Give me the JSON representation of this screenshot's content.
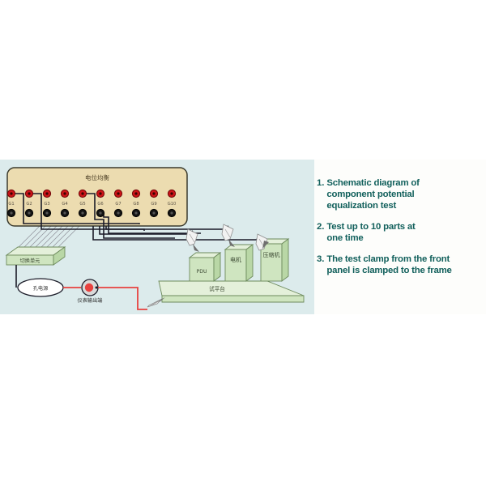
{
  "colors": {
    "diagram_background": "#dcebec",
    "notes_background": "#fdfdfb",
    "panel_face": "#ecdcb0",
    "panel_border": "#3b3b2e",
    "panel_title_color": "#4a3d23",
    "terminal_red": "#cc1418",
    "terminal_black": "#111111",
    "wire_black": "#1b1b28",
    "wire_red": "#e8413f",
    "box_green_face": "#cfe5c0",
    "box_green_top": "#e4f0da",
    "box_green_side": "#b9d7a6",
    "platform_green": "#cfe5c0",
    "clamp_gray": "#f2f2f2",
    "note_text_color": "#12605c",
    "hatch_color": "#8f9098"
  },
  "diagram": {
    "panel": {
      "title": "电位均衡",
      "terminals": [
        {
          "label": "G1"
        },
        {
          "label": "G2"
        },
        {
          "label": "G3"
        },
        {
          "label": "G4"
        },
        {
          "label": "G5"
        },
        {
          "label": "G6"
        },
        {
          "label": "G7"
        },
        {
          "label": "G8"
        },
        {
          "label": "G9"
        },
        {
          "label": "G10"
        }
      ]
    },
    "switch_unit": {
      "label": "切换单元"
    },
    "power_source": {
      "label": "孔电源"
    },
    "meter_output": {
      "label": "仪表输出端"
    },
    "test_platform": {
      "label": "试平台"
    },
    "equipment": [
      {
        "label": "PDU"
      },
      {
        "label": "电机"
      },
      {
        "label": "压缩机"
      }
    ],
    "clamps": [
      {
        "name": "clamp-pdu"
      },
      {
        "name": "clamp-motor"
      },
      {
        "name": "clamp-compressor"
      },
      {
        "name": "clamp-platform"
      }
    ]
  },
  "notes": {
    "items": [
      {
        "number": "1.",
        "text": "Schematic diagram of\ncomponent potential\nequalization test"
      },
      {
        "number": "2.",
        "text": "Test up to 10 parts at\n one time"
      },
      {
        "number": "3.",
        "text": "The test clamp from the front\npanel is clamped to the frame"
      }
    ]
  }
}
